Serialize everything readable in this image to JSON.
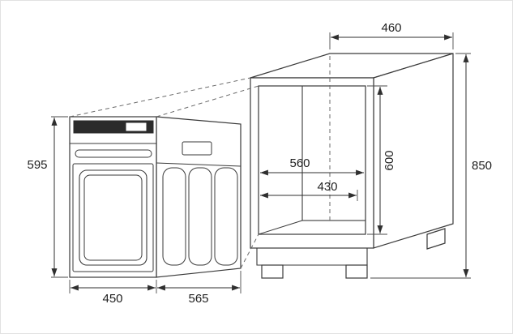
{
  "diagram": {
    "dims": {
      "cabinet_depth": "460",
      "cabinet_height": "850",
      "niche_height": "600",
      "niche_width": "560",
      "niche_depth": "430",
      "oven_height": "595",
      "oven_width": "450",
      "oven_depth": "565"
    },
    "ink_color": "#3a3a3a",
    "panel_color": "#2b2b2b"
  }
}
